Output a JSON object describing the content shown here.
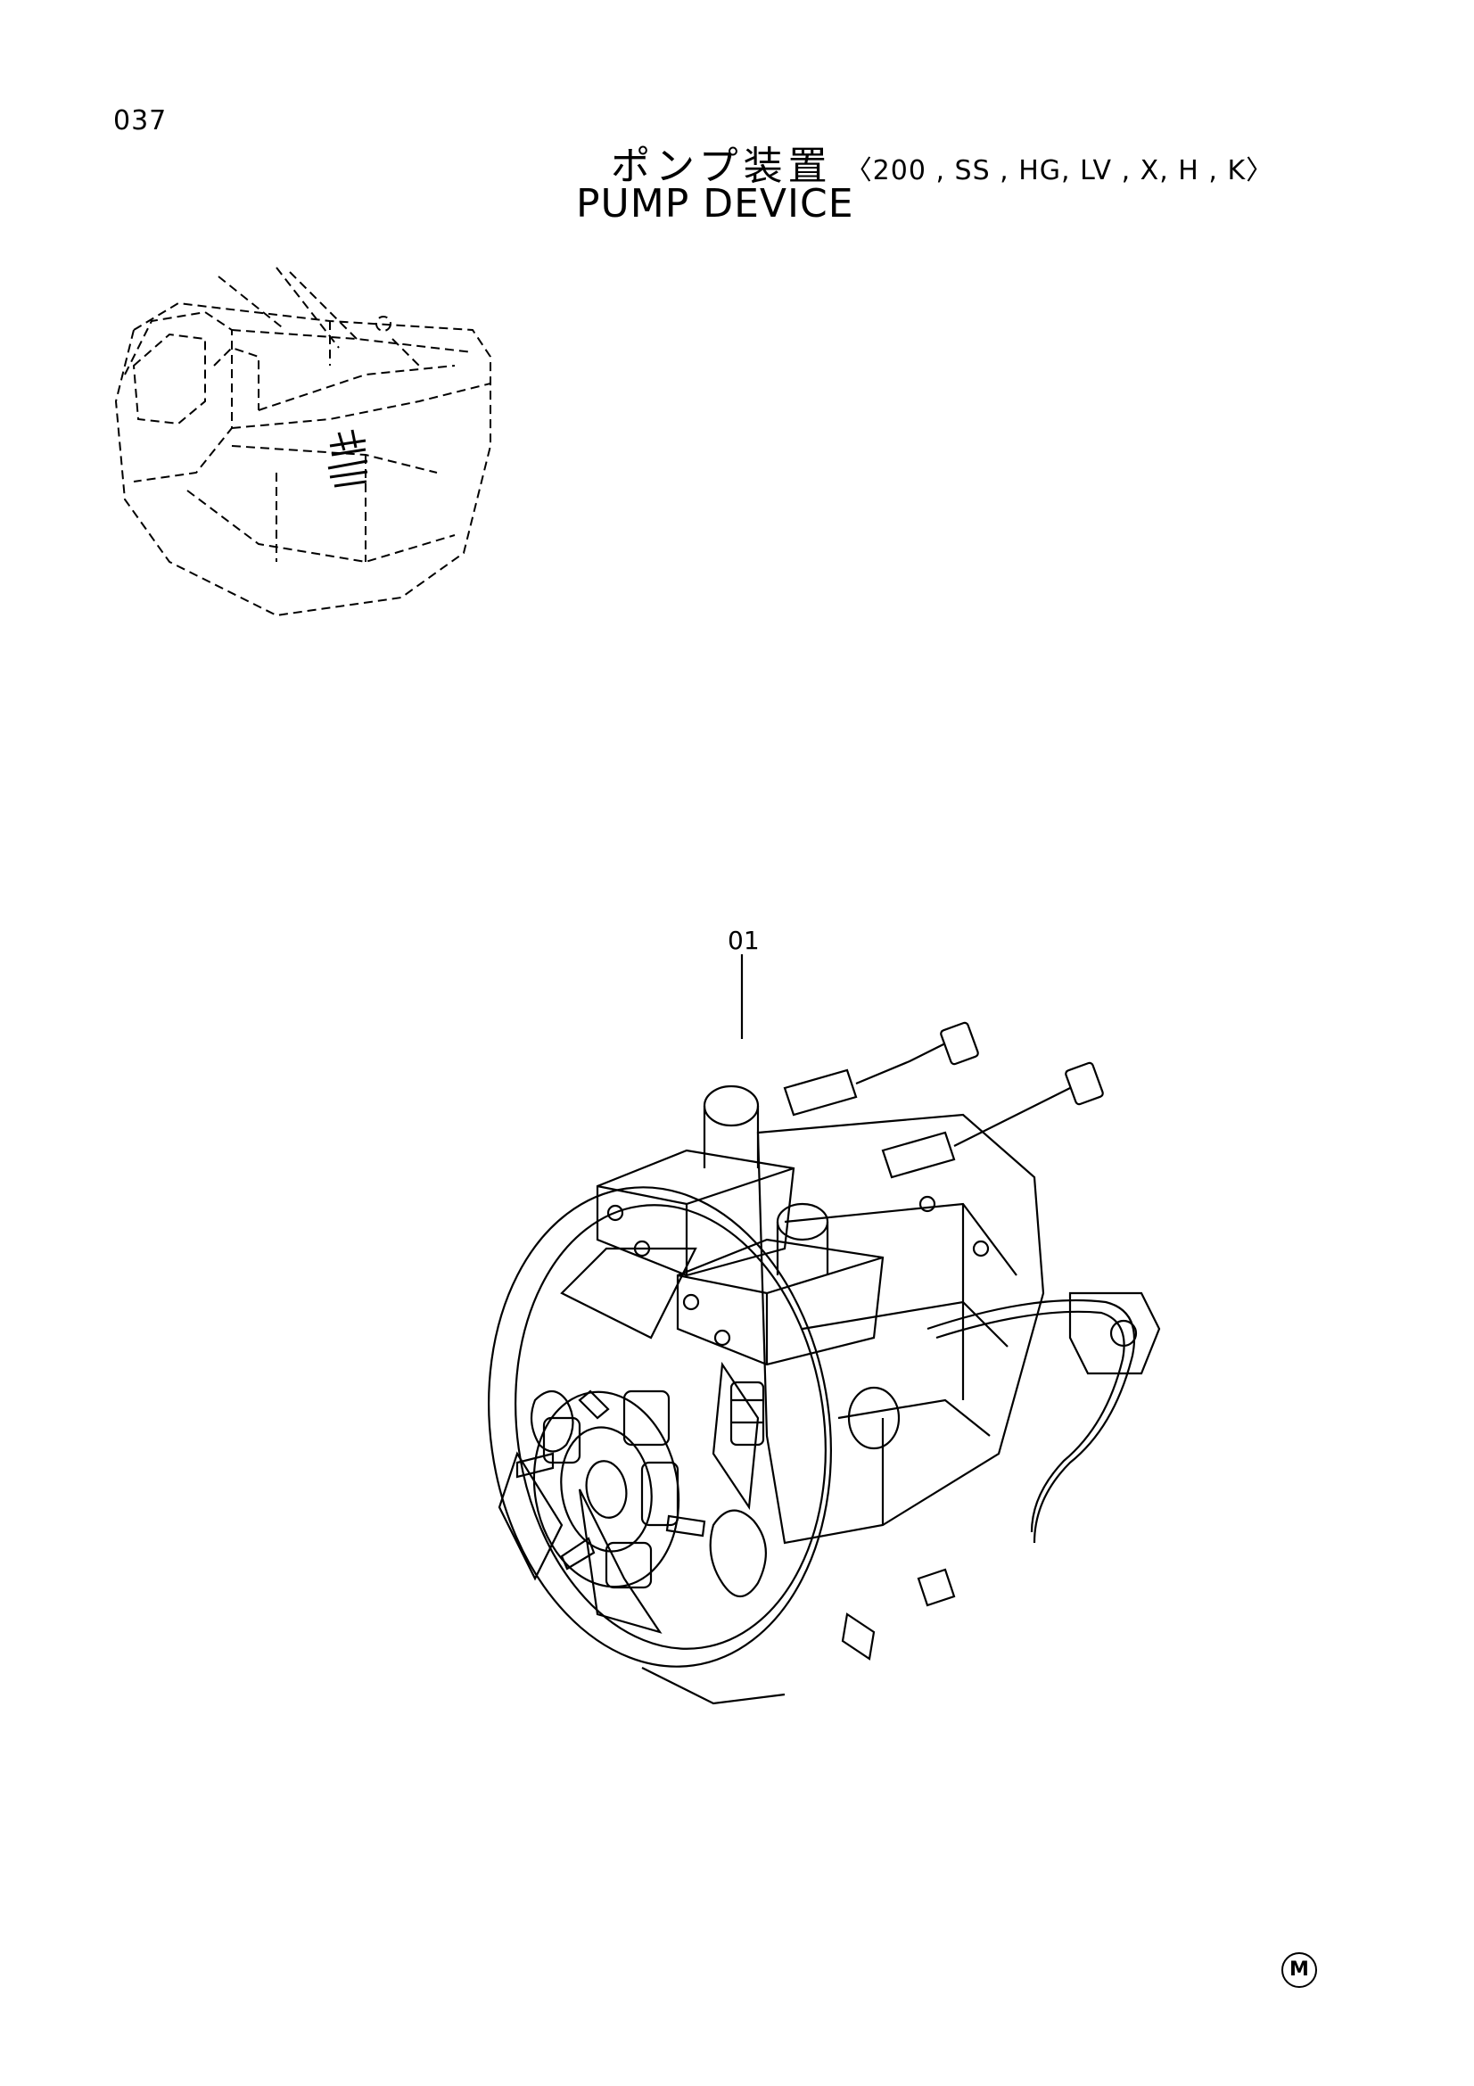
{
  "page": {
    "number": "037",
    "title_jp": "ポンプ装置",
    "title_models": "〈200 , SS , HG, LV , X, H , K〉",
    "title_en": "PUMP  DEVICE"
  },
  "callouts": [
    {
      "label": "01"
    }
  ],
  "footer": {
    "mark": "M"
  },
  "illustrations": {
    "locator": "excavator-locator-icon",
    "main": "pump-device-drawing"
  },
  "colors": {
    "ink": "#000000",
    "paper": "#ffffff"
  }
}
